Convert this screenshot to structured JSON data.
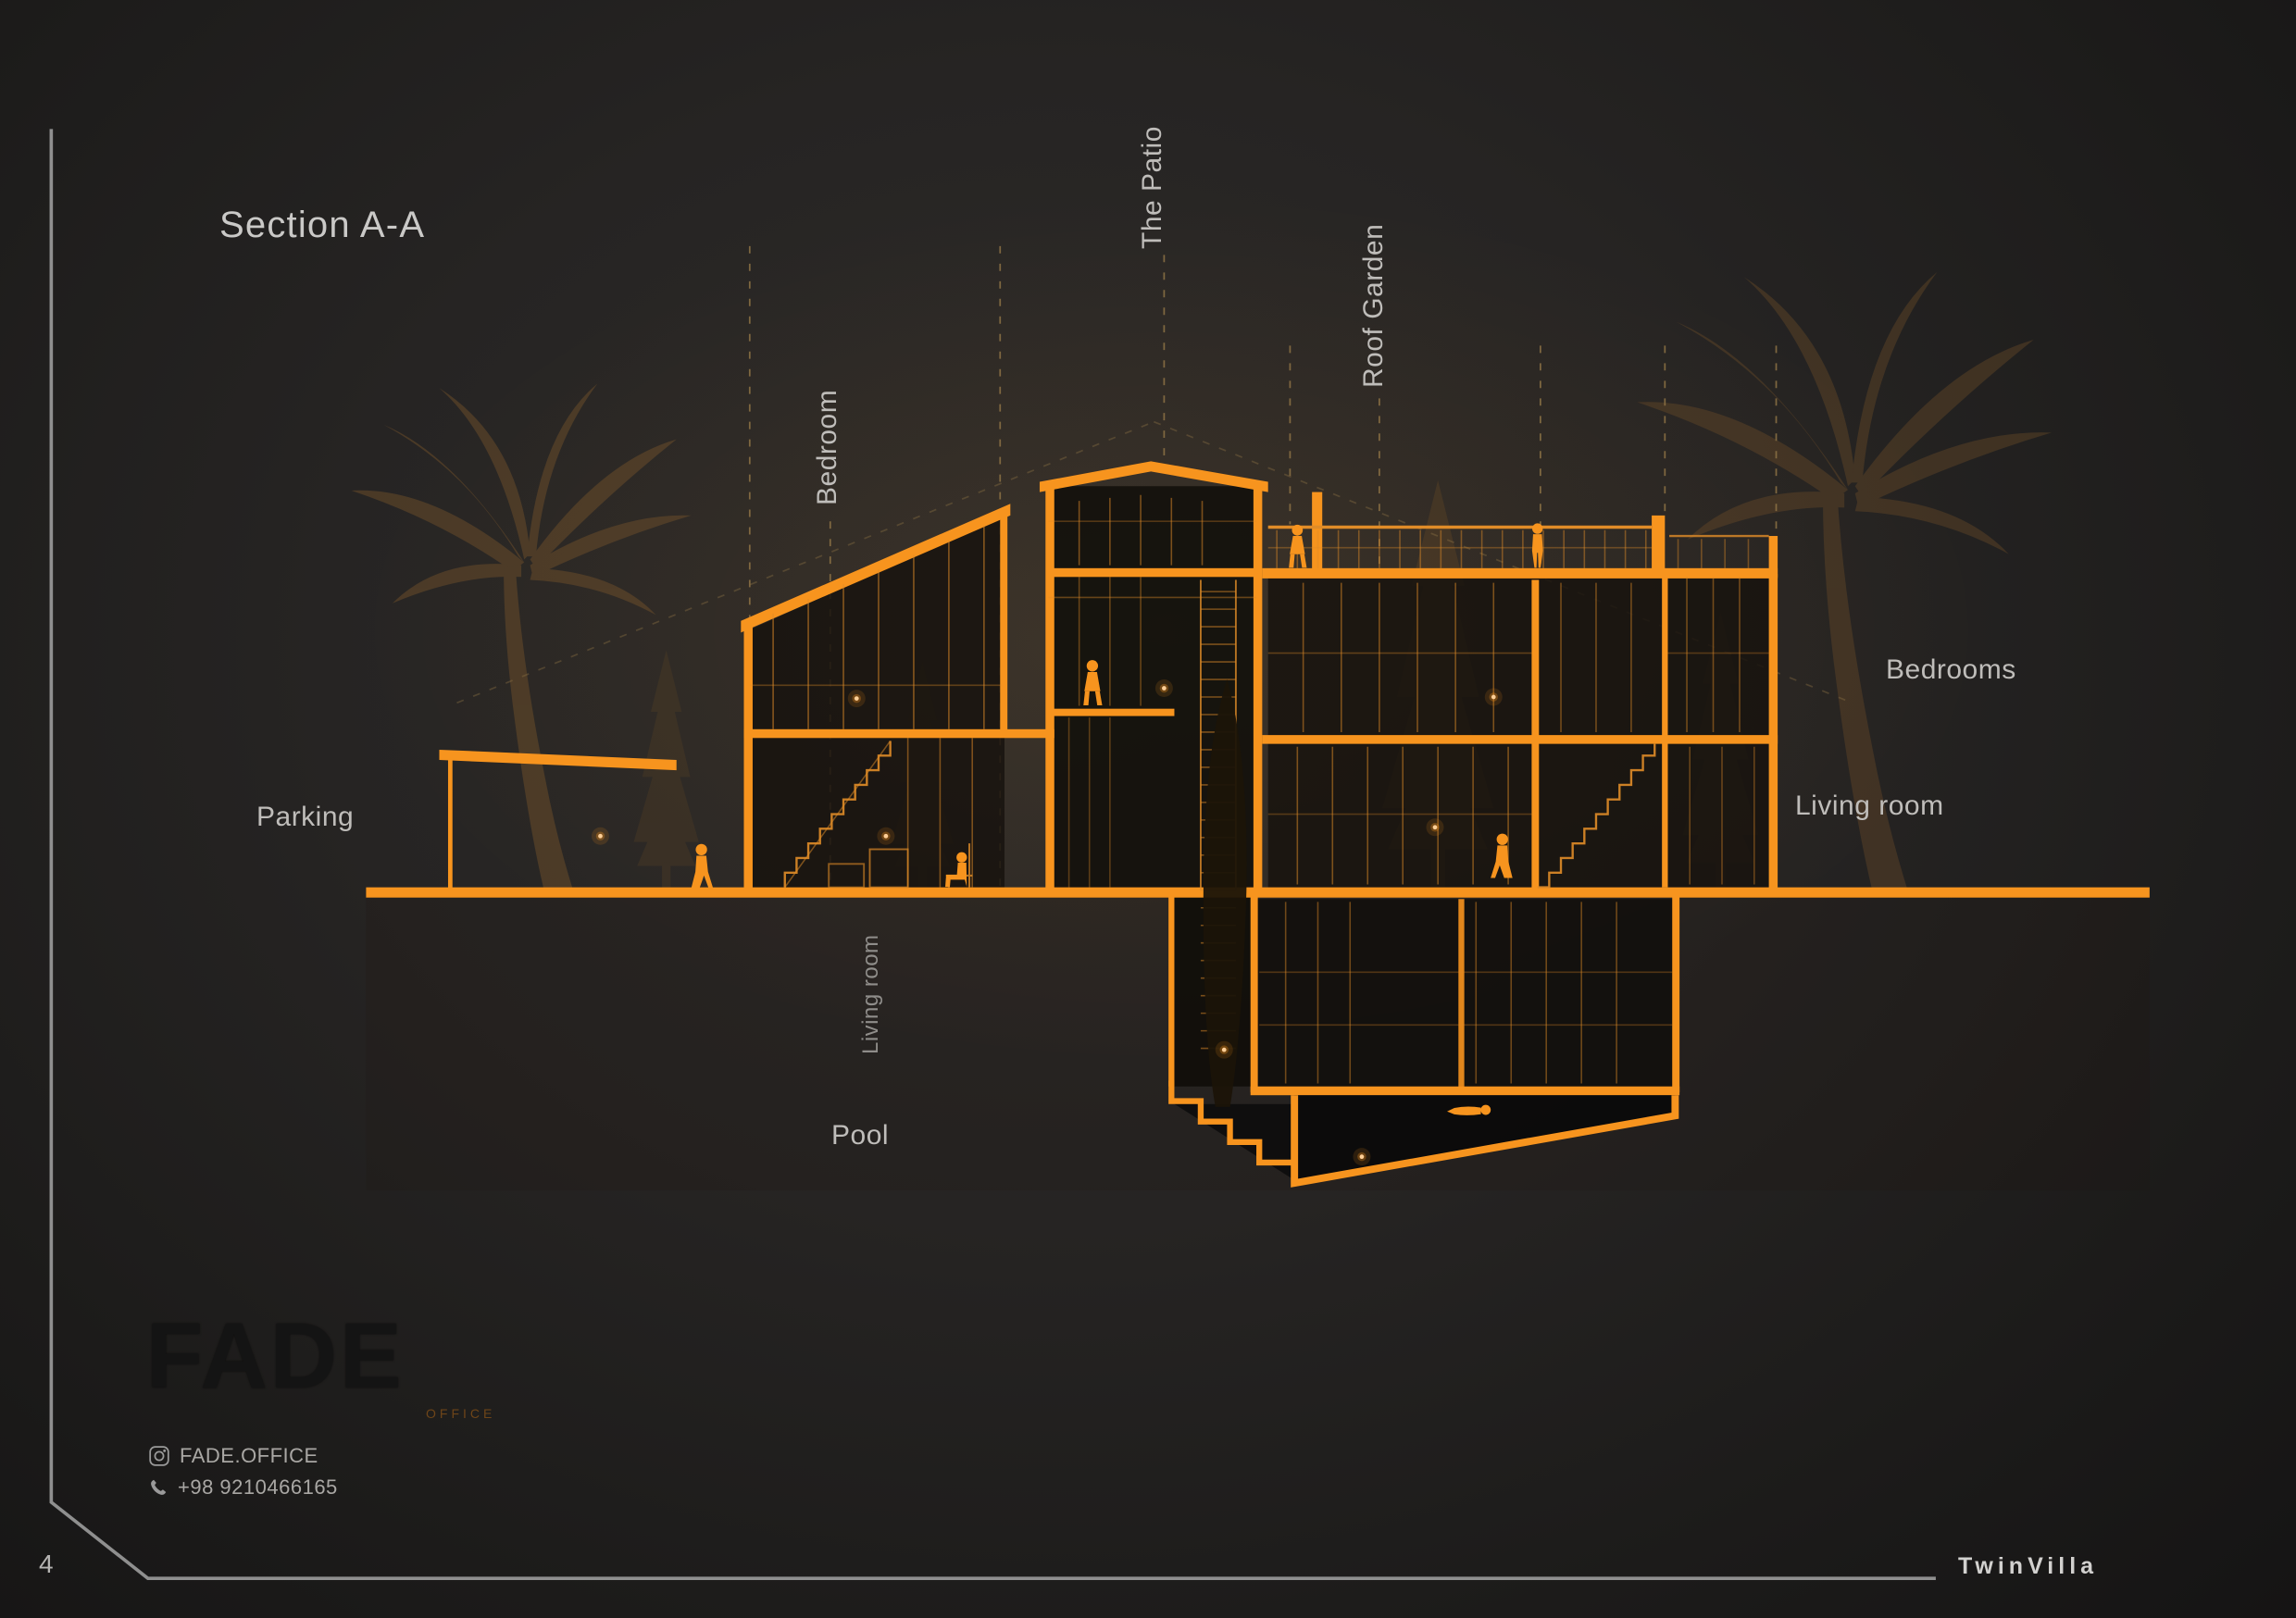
{
  "title": "Section A-A",
  "labels": {
    "bedroom": "Bedroom",
    "the_patio": "The Patio",
    "roof_garden": "Roof Garden",
    "parking": "Parking",
    "bedrooms": "Bedrooms",
    "living_room": "Living room",
    "living_room_lower": "Living room",
    "pool": "Pool"
  },
  "footer": {
    "logo_text": "FADE",
    "logo_sub": "OFFICE",
    "instagram_handle": "FADE.OFFICE",
    "phone": "+98 9210466165",
    "page_number": "4",
    "project_name": "TwinVilla"
  },
  "icons": {
    "instagram": "instagram-icon",
    "phone": "phone-icon"
  },
  "colors": {
    "accent_orange": "#F7941E",
    "background_dark": "#232221",
    "label_gray": "#BFBDBA",
    "border_gray": "#8F8F8F"
  }
}
